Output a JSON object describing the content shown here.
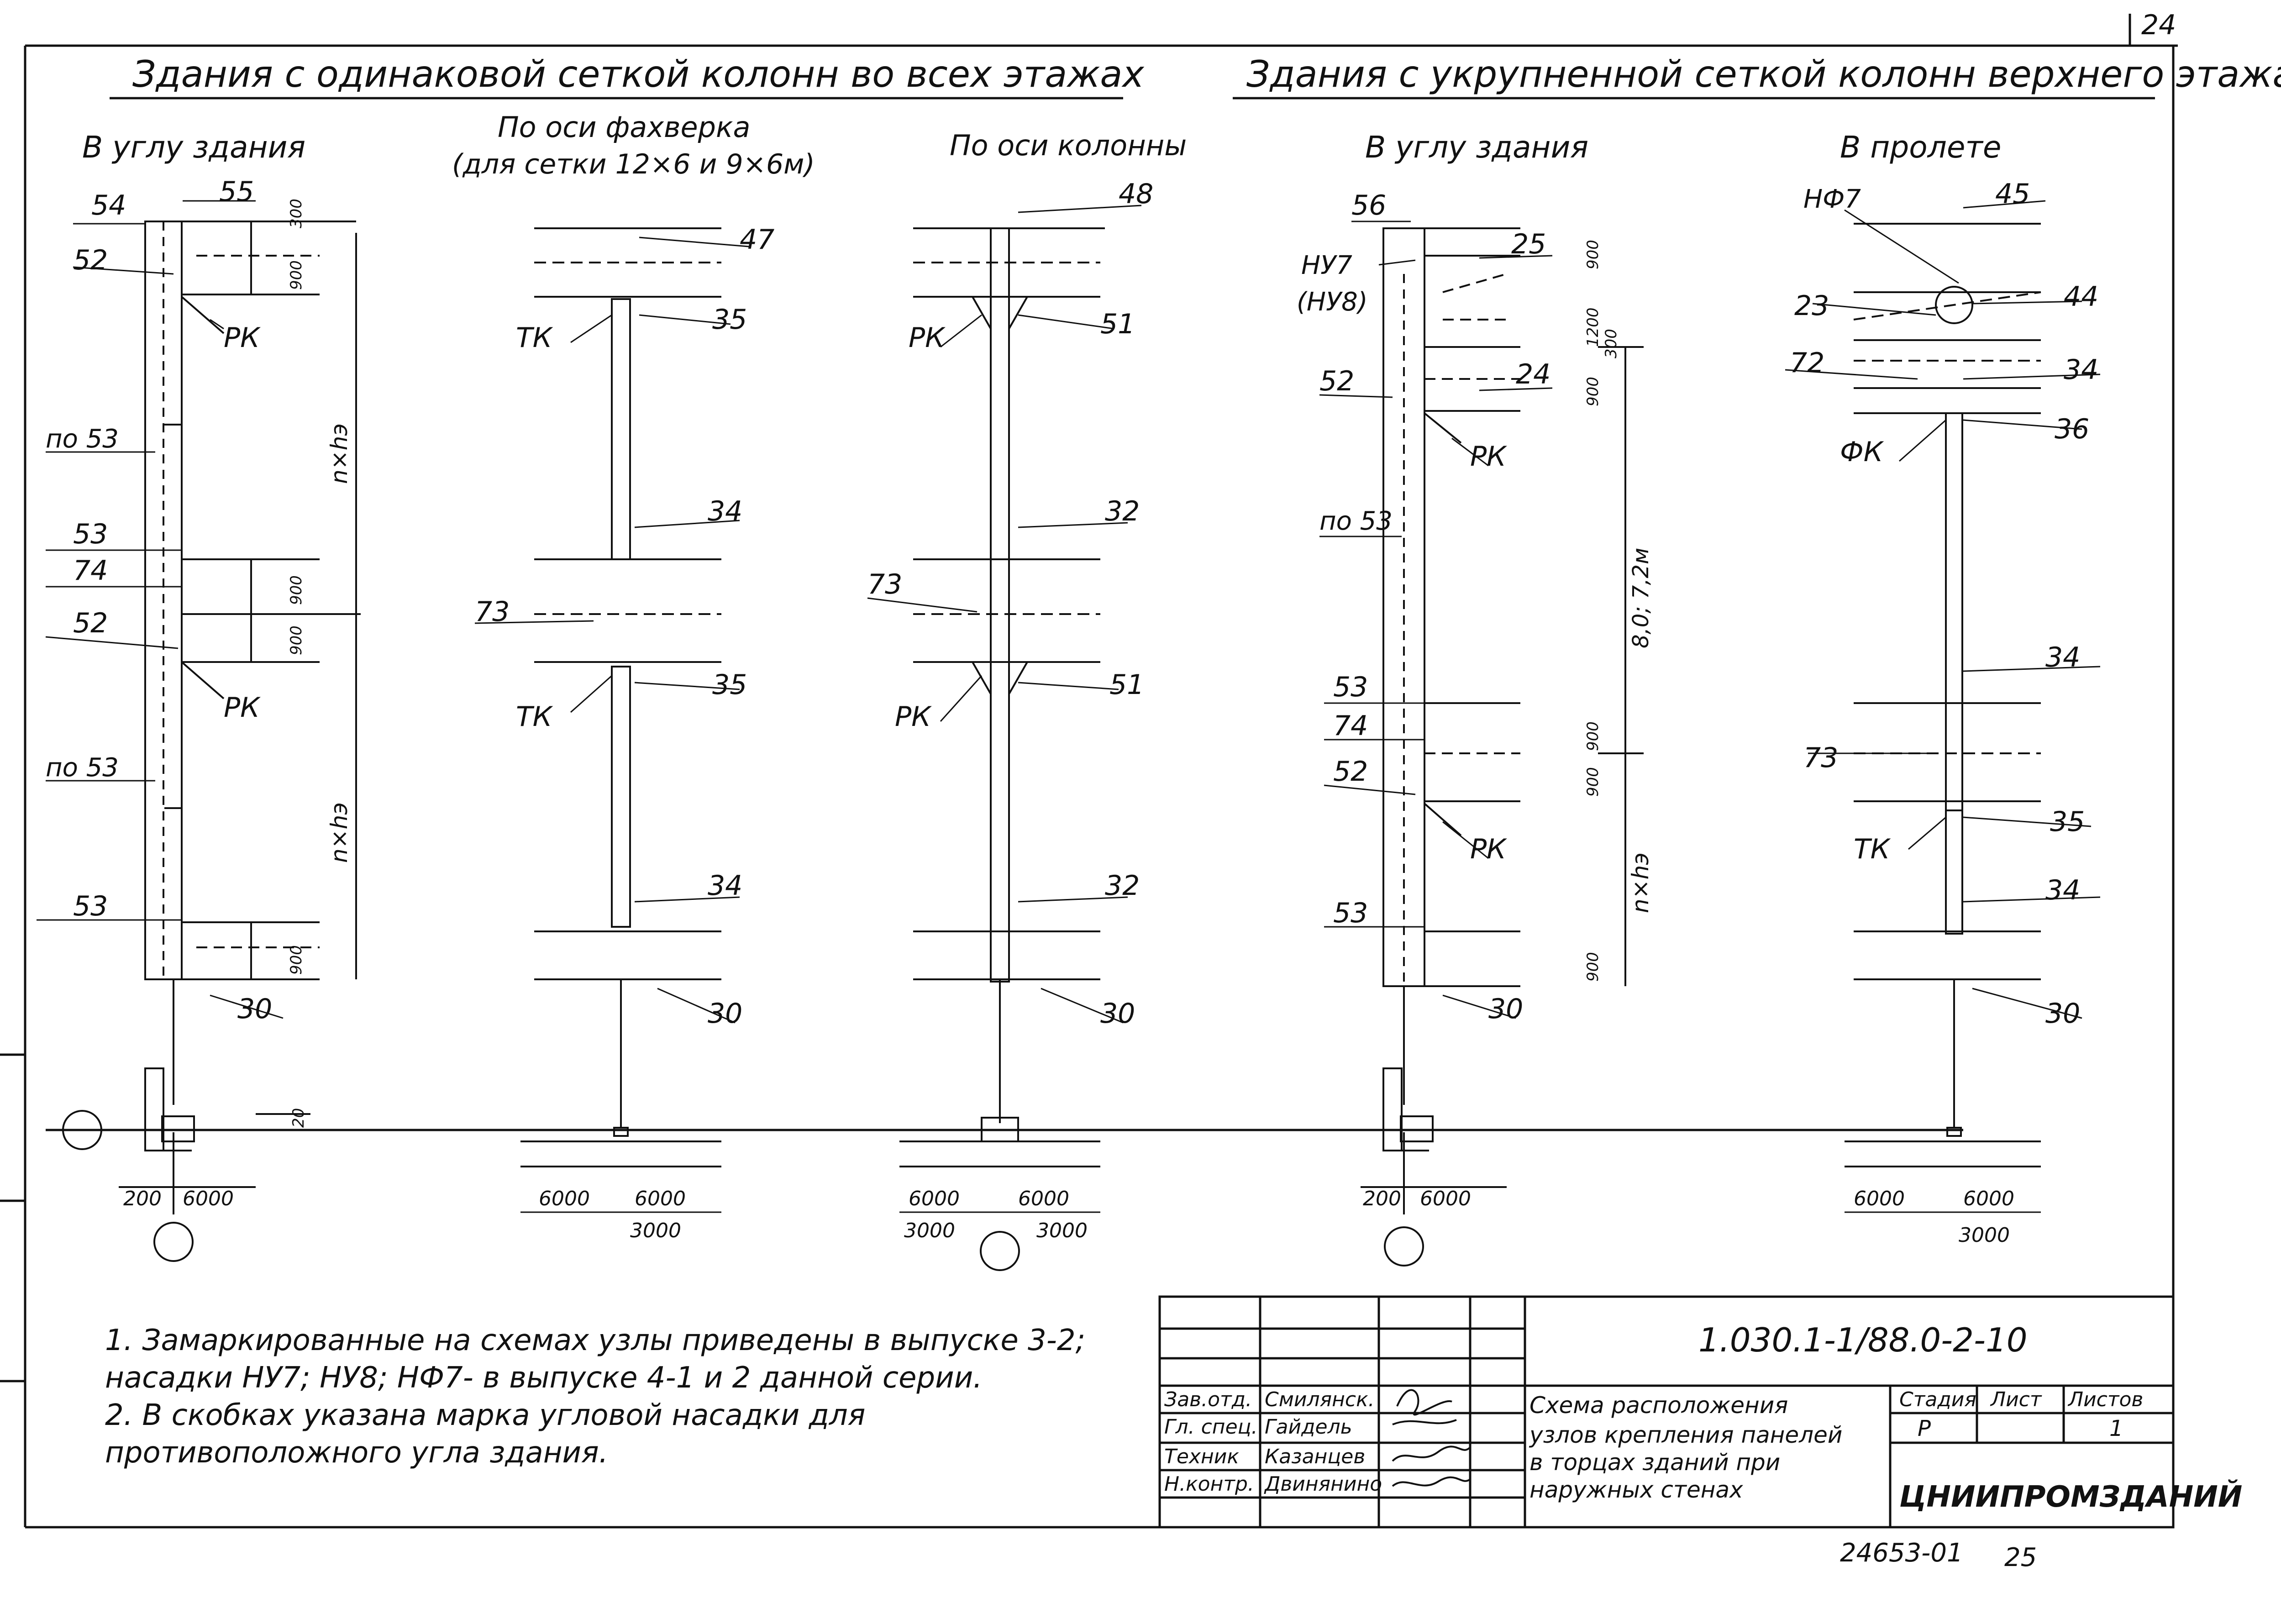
{
  "sheet_number": "24",
  "headings": {
    "left_group": "Здания с одинаковой сеткой колонн во всех этажах",
    "right_group": "Здания с укрупненной сеткой колонн верхнего этажа"
  },
  "panels": [
    {
      "title_line1": "В углу здания",
      "title_line2": "",
      "labels": [
        "54",
        "55",
        "52",
        "РК",
        "по 53",
        "53",
        "74",
        "52",
        "РК",
        "по 53",
        "53",
        "30"
      ],
      "dims": [
        "300",
        "900",
        "900",
        "900",
        "900",
        "n×hэ",
        "n×hэ",
        "20"
      ],
      "plan_dims": [
        "200",
        "6000"
      ]
    },
    {
      "title_line1": "По оси фахверка",
      "title_line2": "(для сетки 12×6 и 9×6м)",
      "labels": [
        "47",
        "ТК",
        "35",
        "34",
        "73",
        "ТК",
        "35",
        "34",
        "30"
      ],
      "plan_dims": [
        "6000",
        "6000",
        "3000"
      ]
    },
    {
      "title_line1": "По оси колонны",
      "title_line2": "",
      "labels": [
        "48",
        "РК",
        "51",
        "32",
        "73",
        "РК",
        "51",
        "32",
        "30"
      ],
      "plan_dims": [
        "6000",
        "6000",
        "3000",
        "3000"
      ]
    },
    {
      "title_line1": "В углу здания",
      "title_line2": "",
      "labels": [
        "56",
        "НУ7",
        "(НУ8)",
        "25",
        "24",
        "52",
        "РК",
        "по 53",
        "53",
        "74",
        "52",
        "РК",
        "53",
        "30"
      ],
      "dims": [
        "900",
        "1200",
        "300",
        "900",
        "8,0; 7,2м",
        "900",
        "900",
        "n×hэ",
        "900"
      ],
      "plan_dims": [
        "200",
        "6000"
      ]
    },
    {
      "title_line1": "В пролете",
      "title_line2": "",
      "labels": [
        "НФ7",
        "45",
        "23",
        "44",
        "72",
        "34",
        "ФК",
        "36",
        "34",
        "73",
        "35",
        "ТК",
        "34",
        "30"
      ],
      "plan_dims": [
        "6000",
        "6000",
        "3000"
      ]
    }
  ],
  "notes": [
    "1. Замаркированные на схемах узлы приведены в выпуске 3-2;",
    "   насадки НУ7; НУ8; НФ7- в выпуске 4-1 и 2 данной серии.",
    "2. В скобках указана марка угловой насадки для",
    "   противоположного угла здания."
  ],
  "title_block": {
    "code": "1.030.1-1/88.0-2-10",
    "roles": [
      "Зав.отд.",
      "Гл. спец.",
      "Техник",
      "Н.контр."
    ],
    "names": [
      "Смилянск.",
      "Гайдель",
      "Казанцев",
      "Двинянино"
    ],
    "description": [
      "Схема расположения",
      "узлов крепления панелей",
      "в торцах зданий при",
      "наружных стенах"
    ],
    "stage_header": "Стадия",
    "sheet_header": "Лист",
    "sheets_header": "Листов",
    "stage": "Р",
    "sheet": "",
    "sheets": "1",
    "organization": "ЦНИИПРОМЗДАНИЙ"
  },
  "footer": {
    "inventory": "24653-01",
    "page": "25"
  }
}
